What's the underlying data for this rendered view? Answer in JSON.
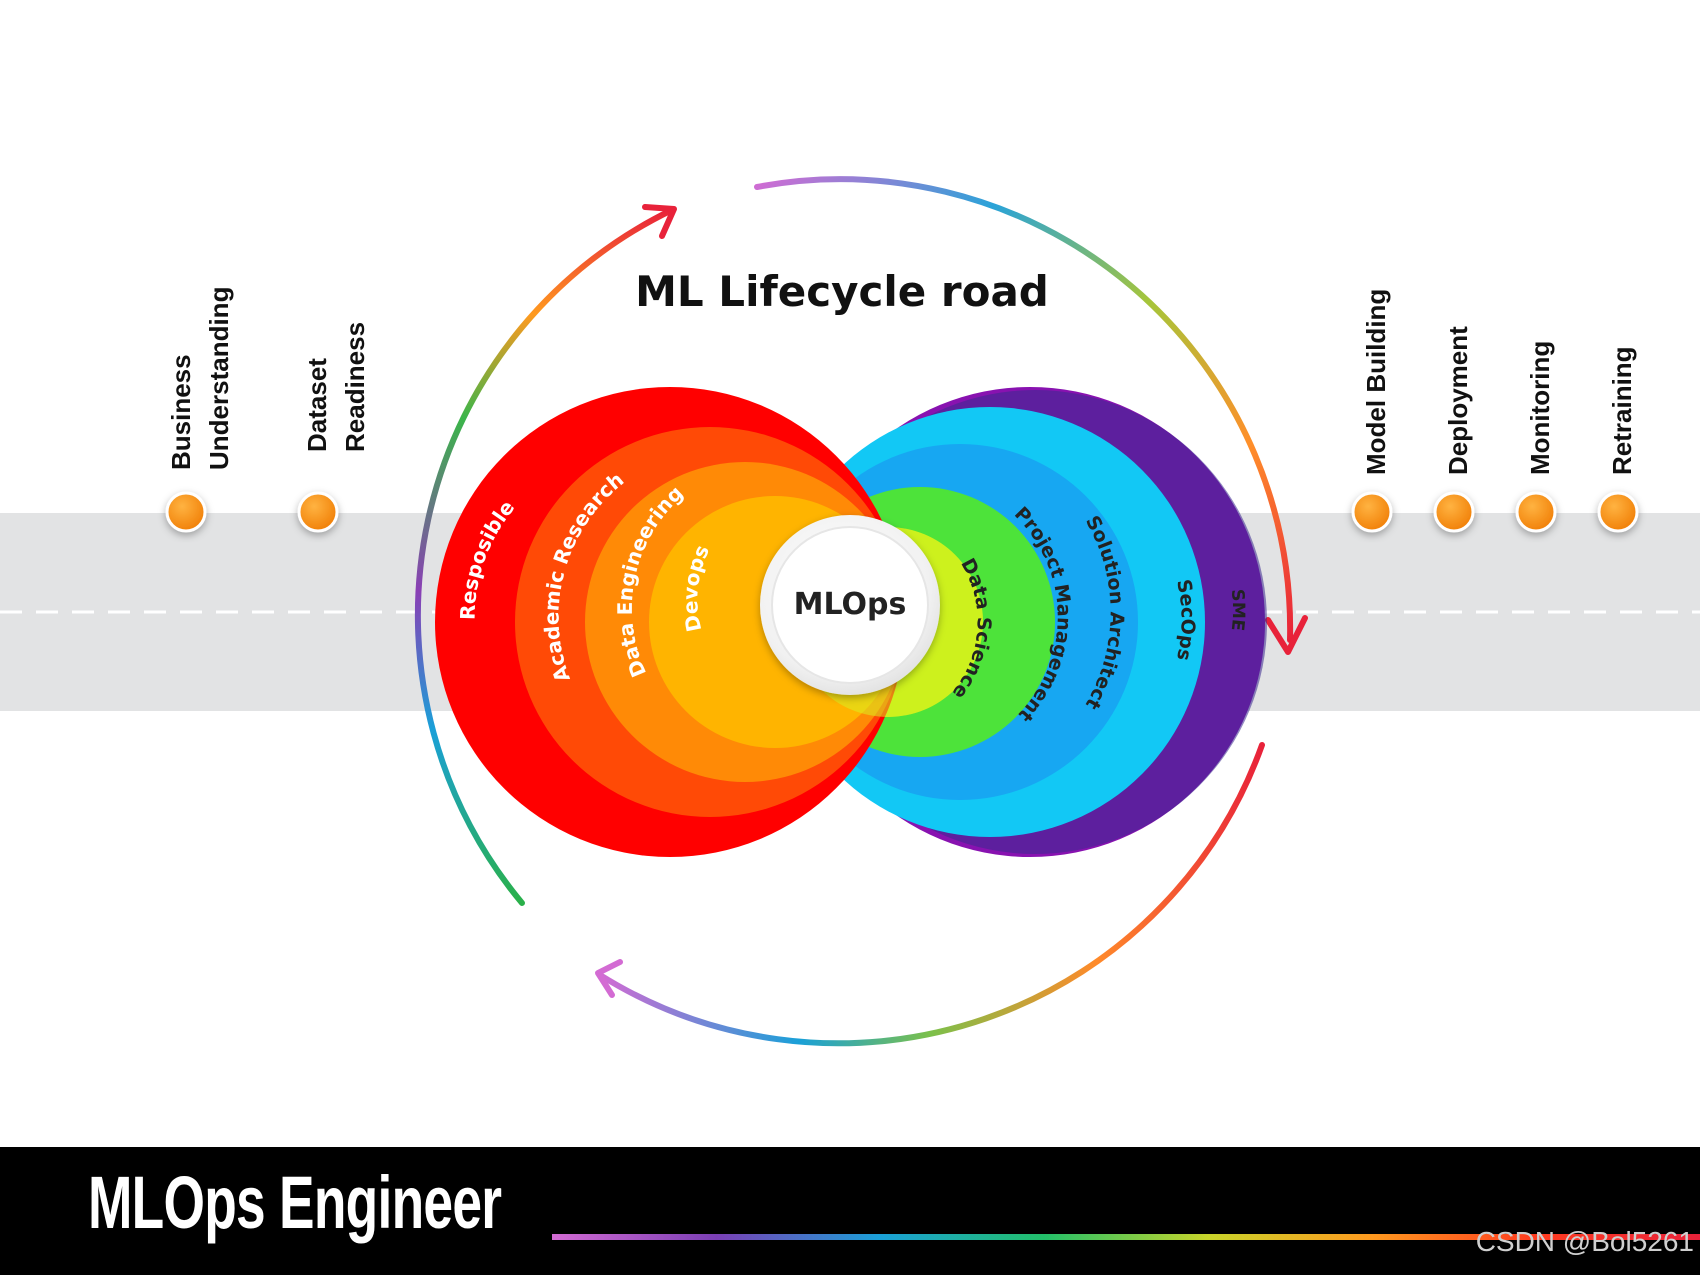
{
  "title": "ML Lifecycle road",
  "center_label": "MLOps",
  "left_rings": [
    "Resposible",
    "Academic Research",
    "Data Engineering",
    "Devops"
  ],
  "right_rings": [
    "Data Science",
    "Project Management",
    "Solution Architect",
    "SecOps",
    "SME"
  ],
  "left_milestones": [
    {
      "line1": "Business",
      "line2": "Understanding"
    },
    {
      "line1": "Dataset",
      "line2": "Readiness"
    }
  ],
  "right_milestones": [
    {
      "line1": "Model Building"
    },
    {
      "line1": "Deployment"
    },
    {
      "line1": "Monitoring"
    },
    {
      "line1": "Retraining"
    }
  ],
  "footer_title": "MLOps Engineer",
  "watermark": "CSDN @Bol5261",
  "colors": {
    "road": "#e2e3e4",
    "milestone_dot": "#f7930f",
    "left_rings": [
      "#ff0000",
      "#ff4a06",
      "#ff8a06",
      "#ffb400"
    ],
    "right_rings": [
      "#bff21a",
      "#4de33a",
      "#17a7f2",
      "#12c8f5",
      "#8a12b3"
    ]
  }
}
